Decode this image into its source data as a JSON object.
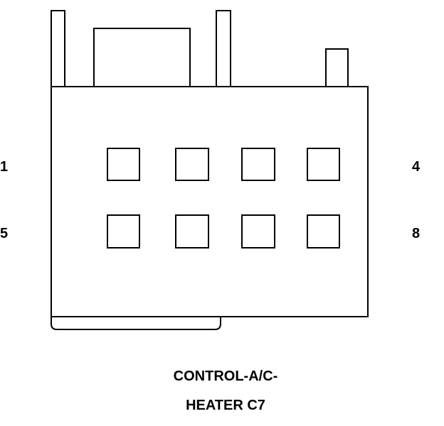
{
  "pin_labels": {
    "top_left": "1",
    "top_right": "4",
    "bottom_left": "5",
    "bottom_right": "8"
  },
  "caption": {
    "line1": "CONTROL-A/C-",
    "line2": "HEATER C7"
  },
  "colors": {
    "stroke": "#000000",
    "background": "#ffffff",
    "text": "#000000"
  }
}
